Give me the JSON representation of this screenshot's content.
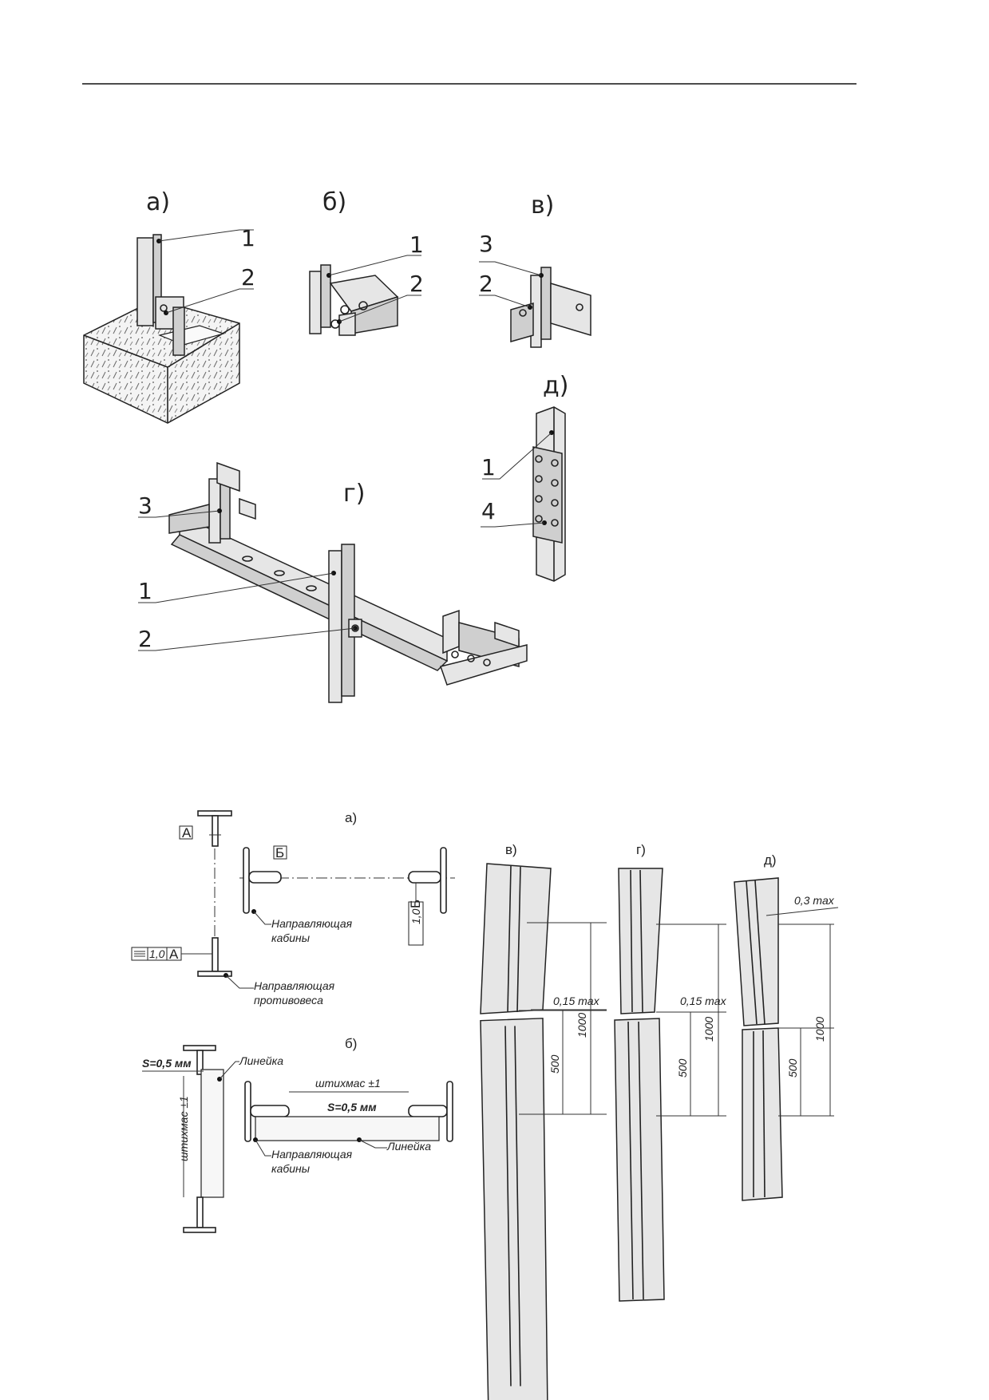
{
  "figure_top": {
    "labels": {
      "a": "а)",
      "b": "б)",
      "v": "в)",
      "g": "г)",
      "d": "д)"
    },
    "callouts": {
      "n1": "1",
      "n2": "2",
      "n3": "3",
      "n4": "4"
    }
  },
  "figure_bottom": {
    "labels": {
      "a": "а)",
      "b": "б)",
      "v": "в)",
      "g": "г)",
      "d": "д)"
    },
    "datum_a": "А",
    "datum_b": "Б",
    "tolerance_value": "1,0",
    "guide_cabin": [
      "Направляющая",
      "кабины"
    ],
    "guide_counterweight": [
      "Направляющая",
      "противовеса"
    ],
    "s_gap": "S=0,5 мм",
    "ruler": "Линейка",
    "gauge": "штихмас ±1",
    "step_015": "0,15 max",
    "step_03": "0,3 max",
    "dim_500": "500",
    "dim_1000": "1000"
  }
}
